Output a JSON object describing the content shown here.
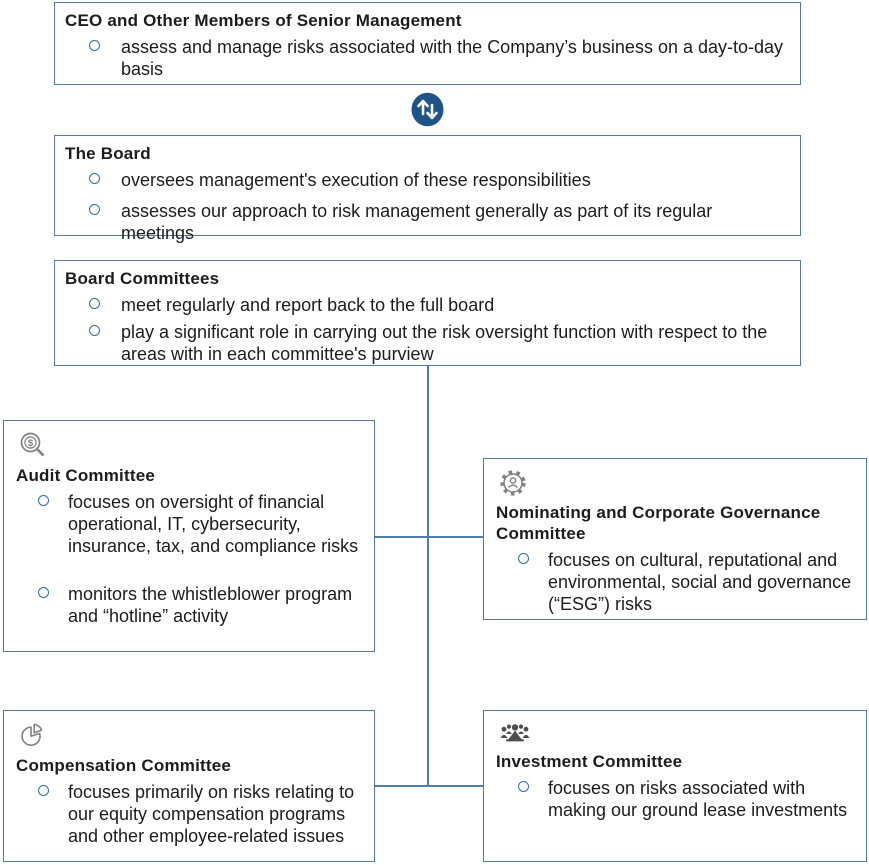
{
  "colors": {
    "border": "#4f7da8",
    "bullet_ring": "#2e6da4",
    "arrow_circle": "#1d5386",
    "icon_gray": "#808080",
    "icon_dark": "#4d4d4f",
    "text": "#1c1c1c"
  },
  "flow": {
    "arrow_icon": "up-down-arrows-icon"
  },
  "boxes": {
    "ceo": {
      "title": "CEO and Other Members of Senior Management",
      "bullets": [
        "assess and manage risks associated with the Company’s business on a day-to-day basis"
      ]
    },
    "board": {
      "title": "The Board",
      "bullets": [
        "oversees management's execution of these responsibilities",
        "assesses our approach to risk management generally as part of its regular meetings"
      ]
    },
    "board_committees": {
      "title": "Board Committees",
      "bullets": [
        "meet regularly and report back to the full board",
        "play a significant role in carrying out the risk oversight function with respect to the areas with in each committee's purview"
      ]
    },
    "audit": {
      "icon": "magnifier-dollar-icon",
      "title": "Audit Committee",
      "bullets": [
        "focuses on oversight of financial operational, IT, cybersecurity, insurance, tax, and compliance risks",
        "monitors the whistleblower program and “hotline” activity"
      ]
    },
    "nominating": {
      "icon": "gear-person-icon",
      "title": "Nominating and Corporate Governance Committee",
      "bullets": [
        "focuses on cultural, reputational and environmental, social and governance (“ESG”) risks"
      ]
    },
    "compensation": {
      "icon": "pie-chart-icon",
      "title": "Compensation Committee",
      "bullets": [
        "focuses primarily on risks relating to our equity compensation programs and other employee-related issues"
      ]
    },
    "investment": {
      "icon": "people-group-icon",
      "title": "Investment Committee",
      "bullets": [
        "focuses on risks associated with making our ground lease investments"
      ]
    }
  }
}
